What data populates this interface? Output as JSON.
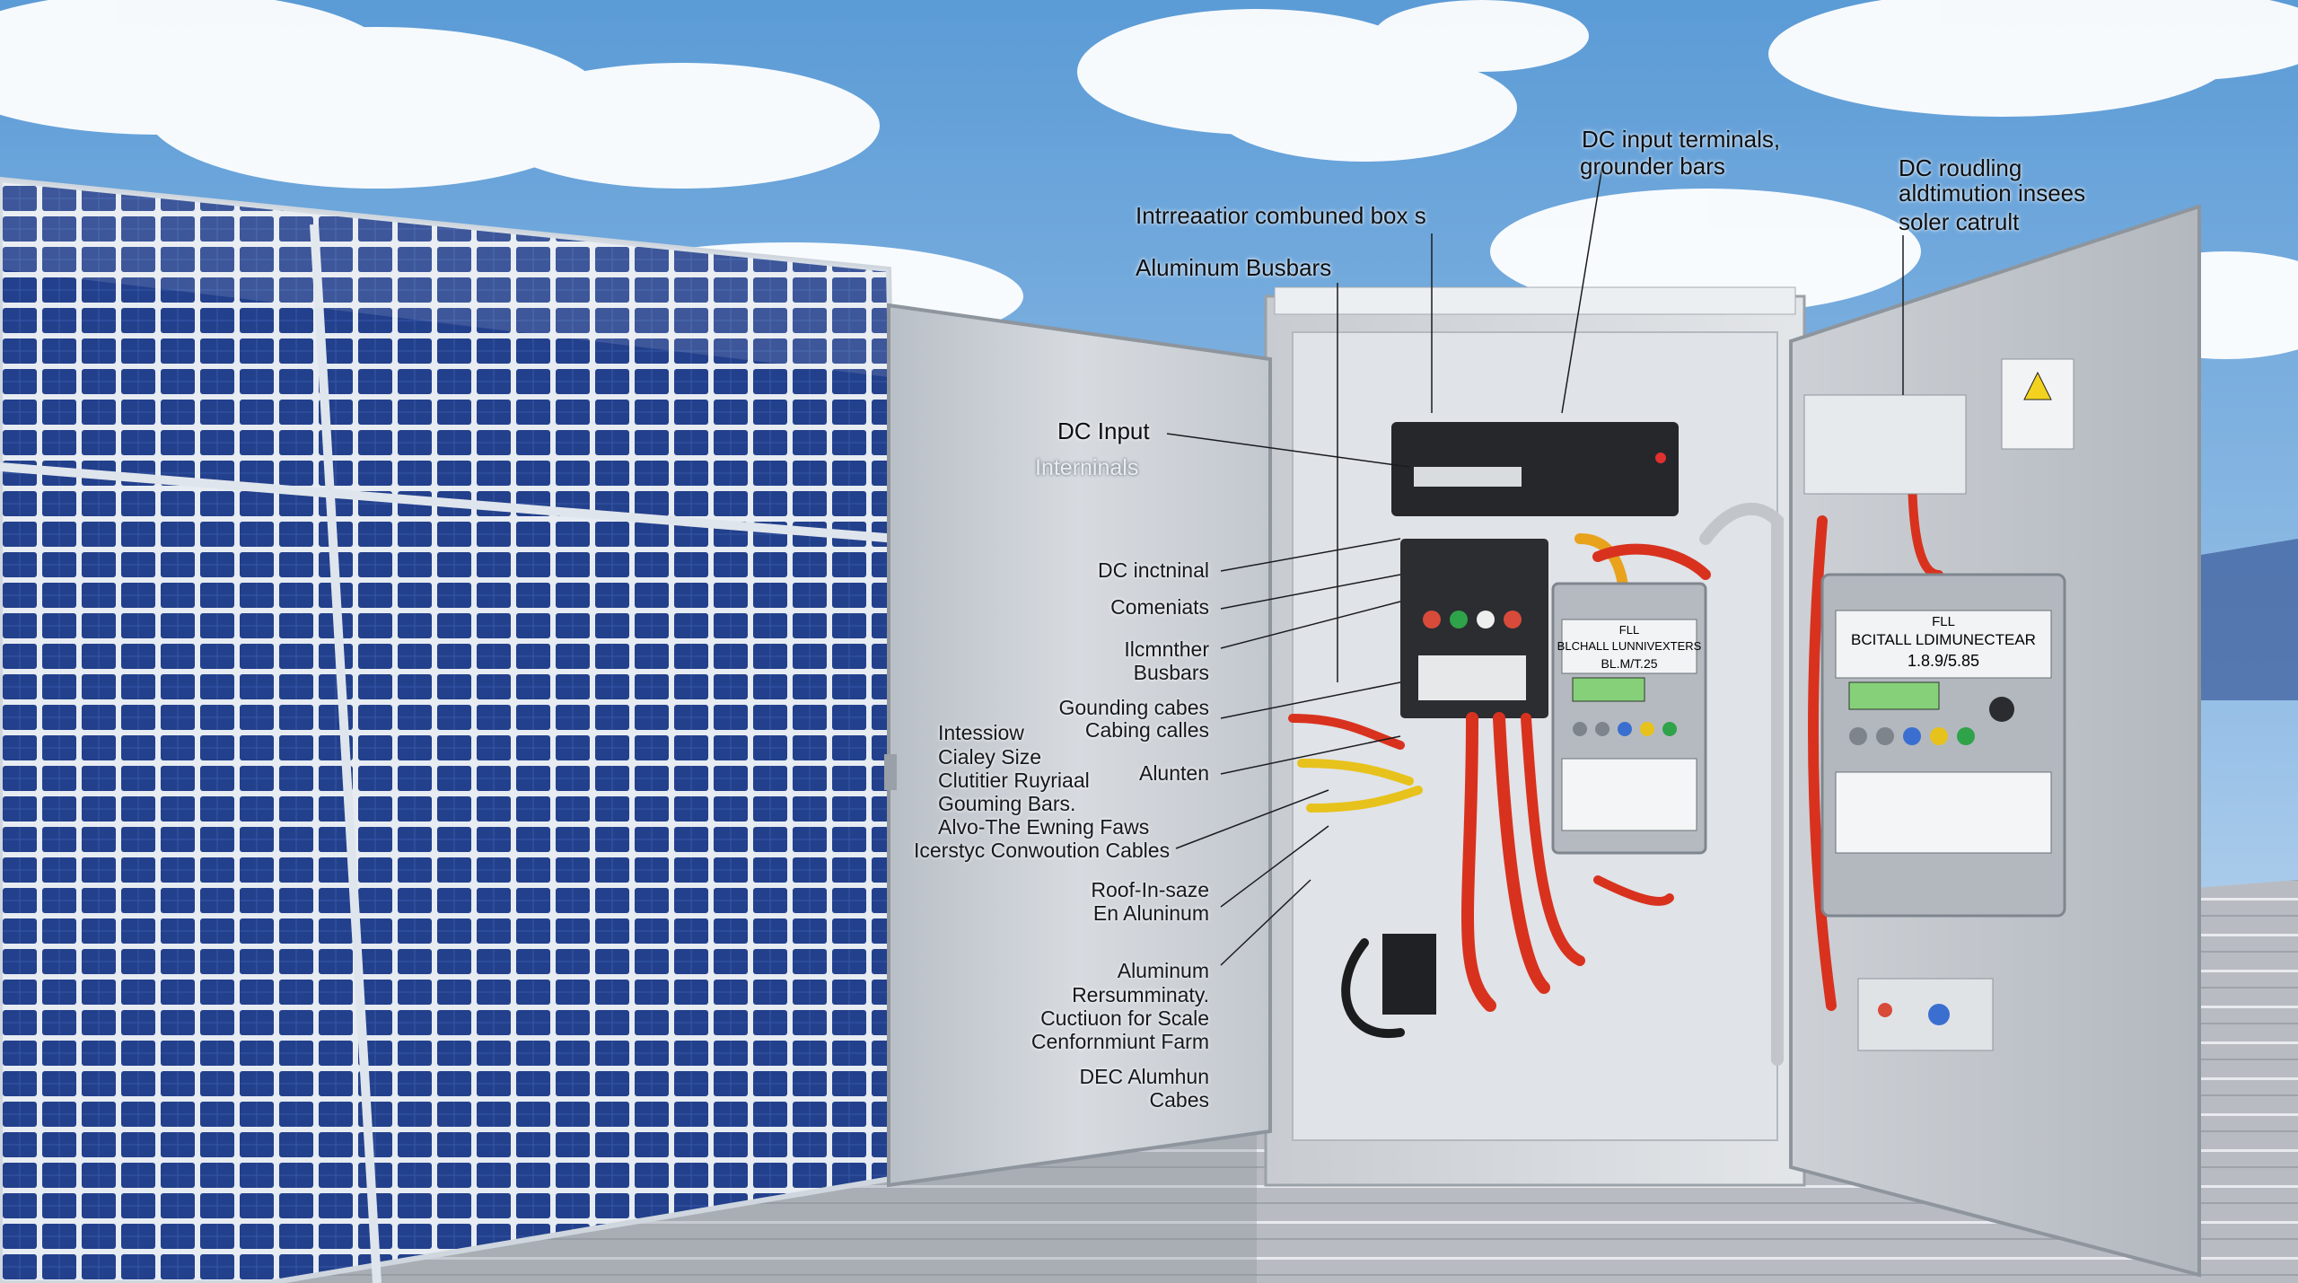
{
  "labels": {
    "top_center": "Intrreaatior combuned box s",
    "aluminum_busbars": "Aluminum Busbars",
    "dc_input_terminals": [
      "DC input terminals,",
      "grounder bars"
    ],
    "top_right": [
      "DC roudling",
      "aldtimution insees",
      "soler catrult"
    ],
    "dc_input": "DC Input",
    "internals": "Interninals",
    "dc_internal": "DC inctninal",
    "comeniats": "Comeniats",
    "busbars_pair": [
      "Ilcmnther",
      "Busbars"
    ],
    "gounding": [
      "Gounding cabes",
      "Cabing calles"
    ],
    "alunten": "Alunten",
    "left_list": [
      "Intessiow",
      "Cialey Size",
      "Clutitier Ruyriaal",
      "Gouming Bars.",
      "Alvo-The Ewning Faws",
      "Icerstyc Conwoution Cables"
    ],
    "roof": [
      "Roof-In-saze",
      "En Aluninum"
    ],
    "aluminum_group": [
      "Aluminum",
      "Rersumminaty.",
      "Cuctiuon for Scale",
      "Cenfornmiunt Farm"
    ],
    "dec": [
      "DEC Alumhun",
      "Cabes"
    ]
  },
  "panels": {
    "left_title": [
      "FLL",
      "BLCHALL LUNNIVEXTERS",
      "BL.M/T.25"
    ],
    "right_title": [
      "FLL",
      "BCITALL LDIMUNECTEAR",
      "1.8.9/5.85"
    ]
  },
  "colors": {
    "sky_top": "#5f9fd8",
    "sky_bottom": "#c9def1",
    "panel_cell": "#23408c",
    "cabinet": "#d5d8dc",
    "cable_red": "#d8321f",
    "cable_yellow": "#e8c21c",
    "display": "#86d07a"
  }
}
